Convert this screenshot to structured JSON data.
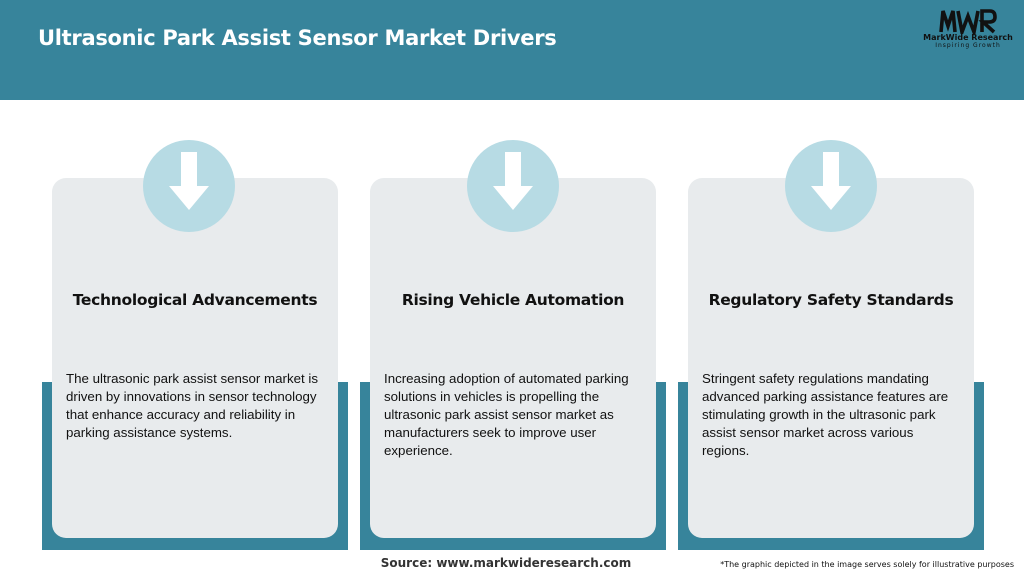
{
  "header": {
    "title": "Ultrasonic Park Assist Sensor Market Drivers",
    "background_color": "#37849b"
  },
  "logo": {
    "mark": "MWR",
    "name": "MarkWide Research",
    "tagline": "Inspiring Growth"
  },
  "cards": [
    {
      "icon": "down-arrow-icon",
      "title": "Technological Advancements",
      "body": "The ultrasonic park assist sensor market is driven by innovations in sensor technology that enhance accuracy and reliability in parking assistance systems."
    },
    {
      "icon": "down-arrow-icon",
      "title": "Rising Vehicle Automation",
      "body": "Increasing adoption of automated parking solutions in vehicles is propelling the ultrasonic park assist sensor market as manufacturers seek to improve user experience."
    },
    {
      "icon": "down-arrow-icon",
      "title": "Regulatory Safety Standards",
      "body": "Stringent safety regulations mandating advanced parking assistance features are stimulating growth in the ultrasonic park assist sensor market across various regions."
    }
  ],
  "footer": {
    "source": "Source: www.markwideresearch.com",
    "disclaimer": "*The graphic depicted in the image serves solely for illustrative purposes"
  },
  "colors": {
    "accent": "#37849b",
    "card": "#e8ebed",
    "icon_circle": "#b7dbe4"
  }
}
